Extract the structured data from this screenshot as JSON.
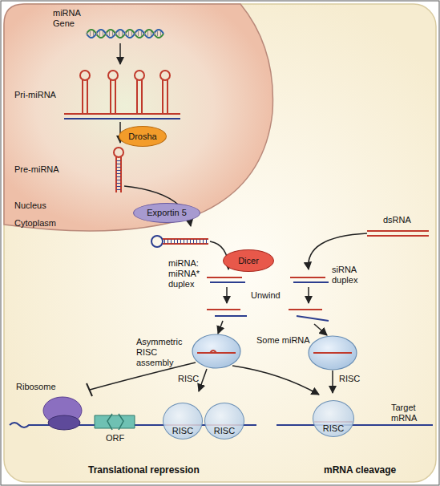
{
  "diagram": {
    "nodes": [
      {
        "text": [
          "Drosha"
        ]
      },
      {
        "text": [
          "Exportin 5"
        ]
      },
      {
        "text": [
          "Dicer"
        ]
      },
      {
        "text": [
          "RISC"
        ]
      },
      {
        "text": [
          "RISC"
        ]
      },
      {
        "text": [
          "RISC"
        ]
      }
    ],
    "labels": [
      "miRNA Gene",
      "Pri-miRNA",
      "Pre-miRNA",
      "Nucleus",
      "Cytoplasm",
      "dsRNA",
      "miRNA: miRNA* duplex",
      "siRNA duplex",
      "Unwind",
      "Asymmetric RISC assembly",
      "Some miRNA",
      "RISC",
      "RISC",
      "Ribosome",
      "ORF",
      "Target mRNA",
      "Translational repression",
      "mRNA cleavage"
    ]
  }
}
